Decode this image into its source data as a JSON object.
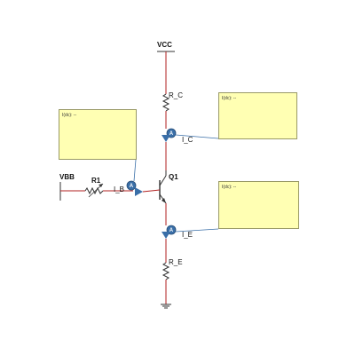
{
  "nodes": {
    "vcc": "VCC",
    "vbb": "VBB",
    "r1": "R1",
    "rc": "R_C",
    "re": "R_E",
    "q1": "Q1"
  },
  "meters": {
    "ib": {
      "label": "I_B",
      "symbol": "A"
    },
    "ic": {
      "label": "I_C",
      "symbol": "A"
    },
    "ie": {
      "label": "I_E",
      "symbol": "A"
    }
  },
  "probes": {
    "left": {
      "text": "I(dc): --"
    },
    "top_right": {
      "text": "I(dc): --"
    },
    "bottom_right": {
      "text": "I(dc): --"
    }
  },
  "colors": {
    "wire_red": "#b22222",
    "wire_dark": "#333333",
    "meter_blue": "#3a6fa8",
    "probe_fill": "#ffffb3"
  }
}
